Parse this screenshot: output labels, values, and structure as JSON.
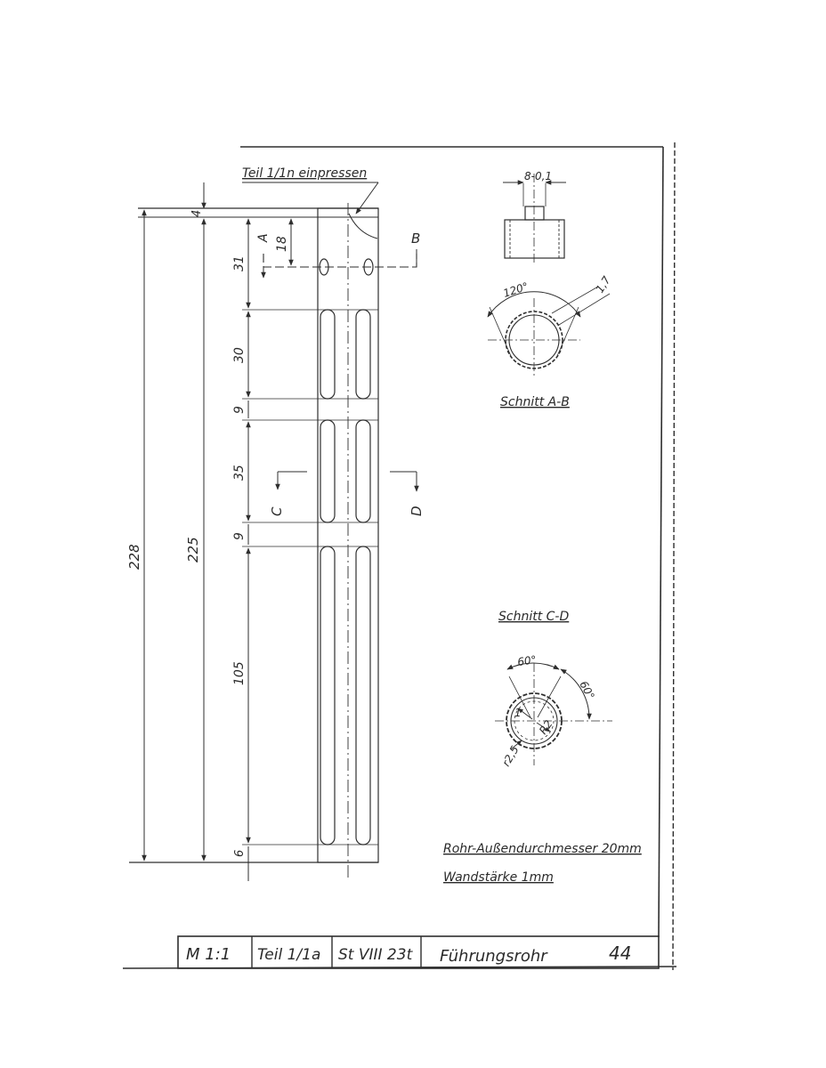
{
  "drawing": {
    "top_note": "Teil 1/1n einpressen",
    "section_ab_title": "Schnitt A-B",
    "section_cd_title": "Schnitt C-D",
    "section_ab_top_dim": "8-0,1",
    "section_ab_angle": "120°",
    "section_ab_side_dim": "1,7",
    "section_cd_angle_1": "60°",
    "section_cd_angle_2": "60°",
    "section_cd_r1": "1",
    "section_cd_r2": "R2",
    "section_cd_r3": "r2,5",
    "cut_labels": {
      "A": "A",
      "B": "B",
      "C": "C",
      "D": "D"
    },
    "dims": {
      "overall": "228",
      "inner": "225",
      "top_offset": "4",
      "d31": "31",
      "d18": "18",
      "d30": "30",
      "gap1": "9",
      "d35": "35",
      "gap2": "9",
      "d105": "105",
      "bottom": "6"
    },
    "notes": {
      "outer_diameter": "Rohr-Außendurchmesser 20mm",
      "wall_thickness": "Wandstärke 1mm"
    }
  },
  "title_block": {
    "scale": "M 1:1",
    "part": "Teil 1/1a",
    "material": "St VIII 23t",
    "name": "Führungsrohr",
    "sheet": "44"
  }
}
